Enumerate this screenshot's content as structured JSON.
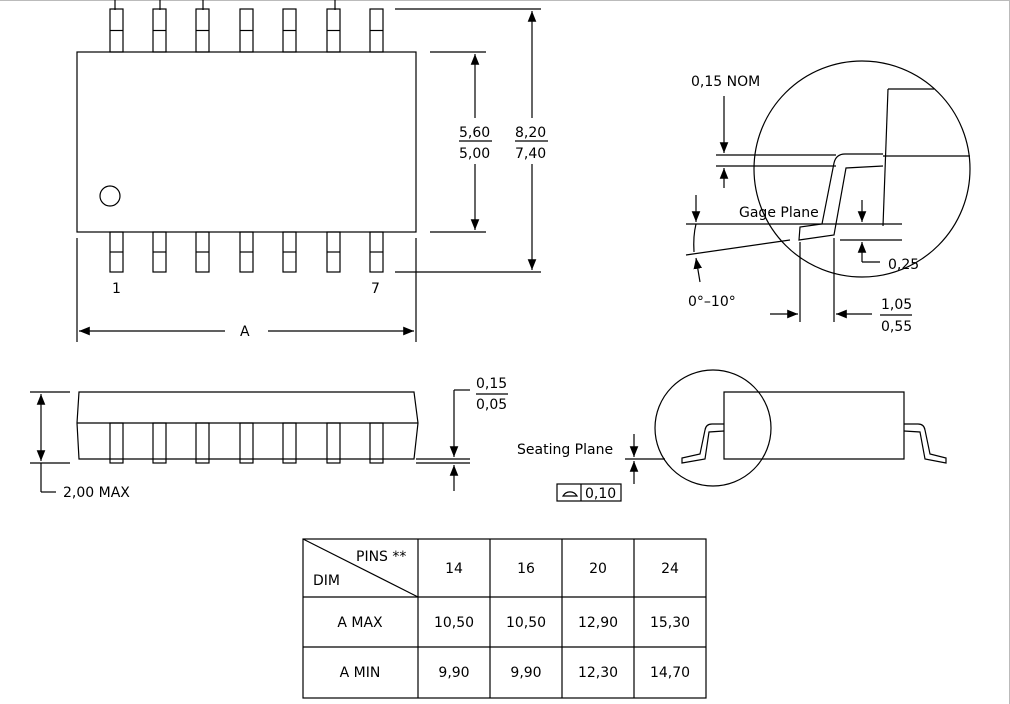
{
  "top_view": {
    "pin_first": "1",
    "pin_last": "7",
    "dim_body_width": {
      "max": "5,60",
      "min": "5,00"
    },
    "dim_overall_width": {
      "max": "8,20",
      "min": "7,40"
    },
    "dim_length_label": "A"
  },
  "detail_view": {
    "nom_label": "0,15 NOM",
    "gage_plane_label": "Gage Plane",
    "gage_value": "0,25",
    "angle_label": "0°–10°",
    "lead_length": {
      "max": "1,05",
      "min": "0,55"
    }
  },
  "side_view": {
    "standoff": {
      "max": "0,15",
      "min": "0,05"
    },
    "height_label": "2,00 MAX"
  },
  "seating_view": {
    "seating_plane_label": "Seating Plane",
    "flatness_value": "0,10"
  },
  "dimension_table": {
    "header_pins": "PINS **",
    "header_dim": "DIM",
    "pin_counts": [
      "14",
      "16",
      "20",
      "24"
    ],
    "rows": [
      {
        "label": "A   MAX",
        "values": [
          "10,50",
          "10,50",
          "12,90",
          "15,30"
        ]
      },
      {
        "label": "A   MIN",
        "values": [
          "9,90",
          "9,90",
          "12,30",
          "14,70"
        ]
      }
    ]
  }
}
